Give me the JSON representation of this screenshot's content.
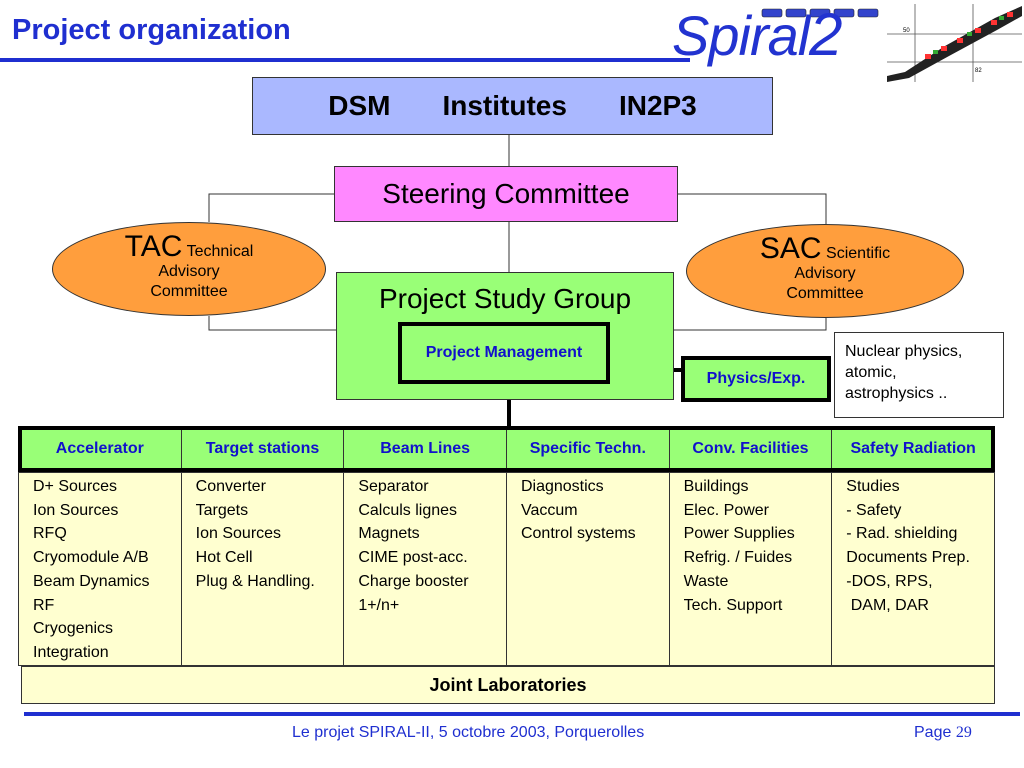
{
  "title": "Project organization",
  "logo": {
    "text": "Spiral",
    "number": "2",
    "axis_labels": [
      "50",
      "82"
    ]
  },
  "top_box": {
    "items": [
      "DSM",
      "Institutes",
      "IN2P3"
    ]
  },
  "steering_committee": "Steering Committee",
  "tac": {
    "abbr": "TAC",
    "name_line1": "Technical",
    "name_line2": "Advisory",
    "name_line3": "Committee"
  },
  "sac": {
    "abbr": "SAC",
    "name_line1": "Scientific",
    "name_line2": "Advisory",
    "name_line3": "Committee"
  },
  "project_study_group": "Project Study Group",
  "project_management": "Project Management",
  "physics_exp": "Physics/Exp.",
  "nuclear_note": "Nuclear physics,\natomic,\nastrophysics ..",
  "departments": [
    {
      "name": "Accelerator",
      "items": "D+ Sources\nIon Sources\nRFQ\nCryomodule A/B\nBeam Dynamics\nRF\nCryogenics\nIntegration"
    },
    {
      "name": "Target stations",
      "items": "Converter\nTargets\nIon Sources\nHot Cell\nPlug & Handling."
    },
    {
      "name": "Beam Lines",
      "items": "Separator\nCalculs lignes\nMagnets\nCIME post-acc.\nCharge booster\n1+/n+"
    },
    {
      "name": "Specific Techn.",
      "items": "Diagnostics\nVaccum\nControl systems"
    },
    {
      "name": "Conv. Facilities",
      "items": "Buildings\nElec. Power\nPower Supplies\nRefrig. / Fuides\nWaste\nTech. Support"
    },
    {
      "name": "Safety Radiation",
      "items": "Studies\n- Safety\n- Rad. shielding\nDocuments Prep.\n-DOS, RPS,\n DAM, DAR"
    }
  ],
  "joint_laboratories": "Joint Laboratories",
  "footer": {
    "text": "Le projet SPIRAL-II, 5 octobre 2003, Porquerolles",
    "page_label": "Page",
    "page_number": "29"
  }
}
